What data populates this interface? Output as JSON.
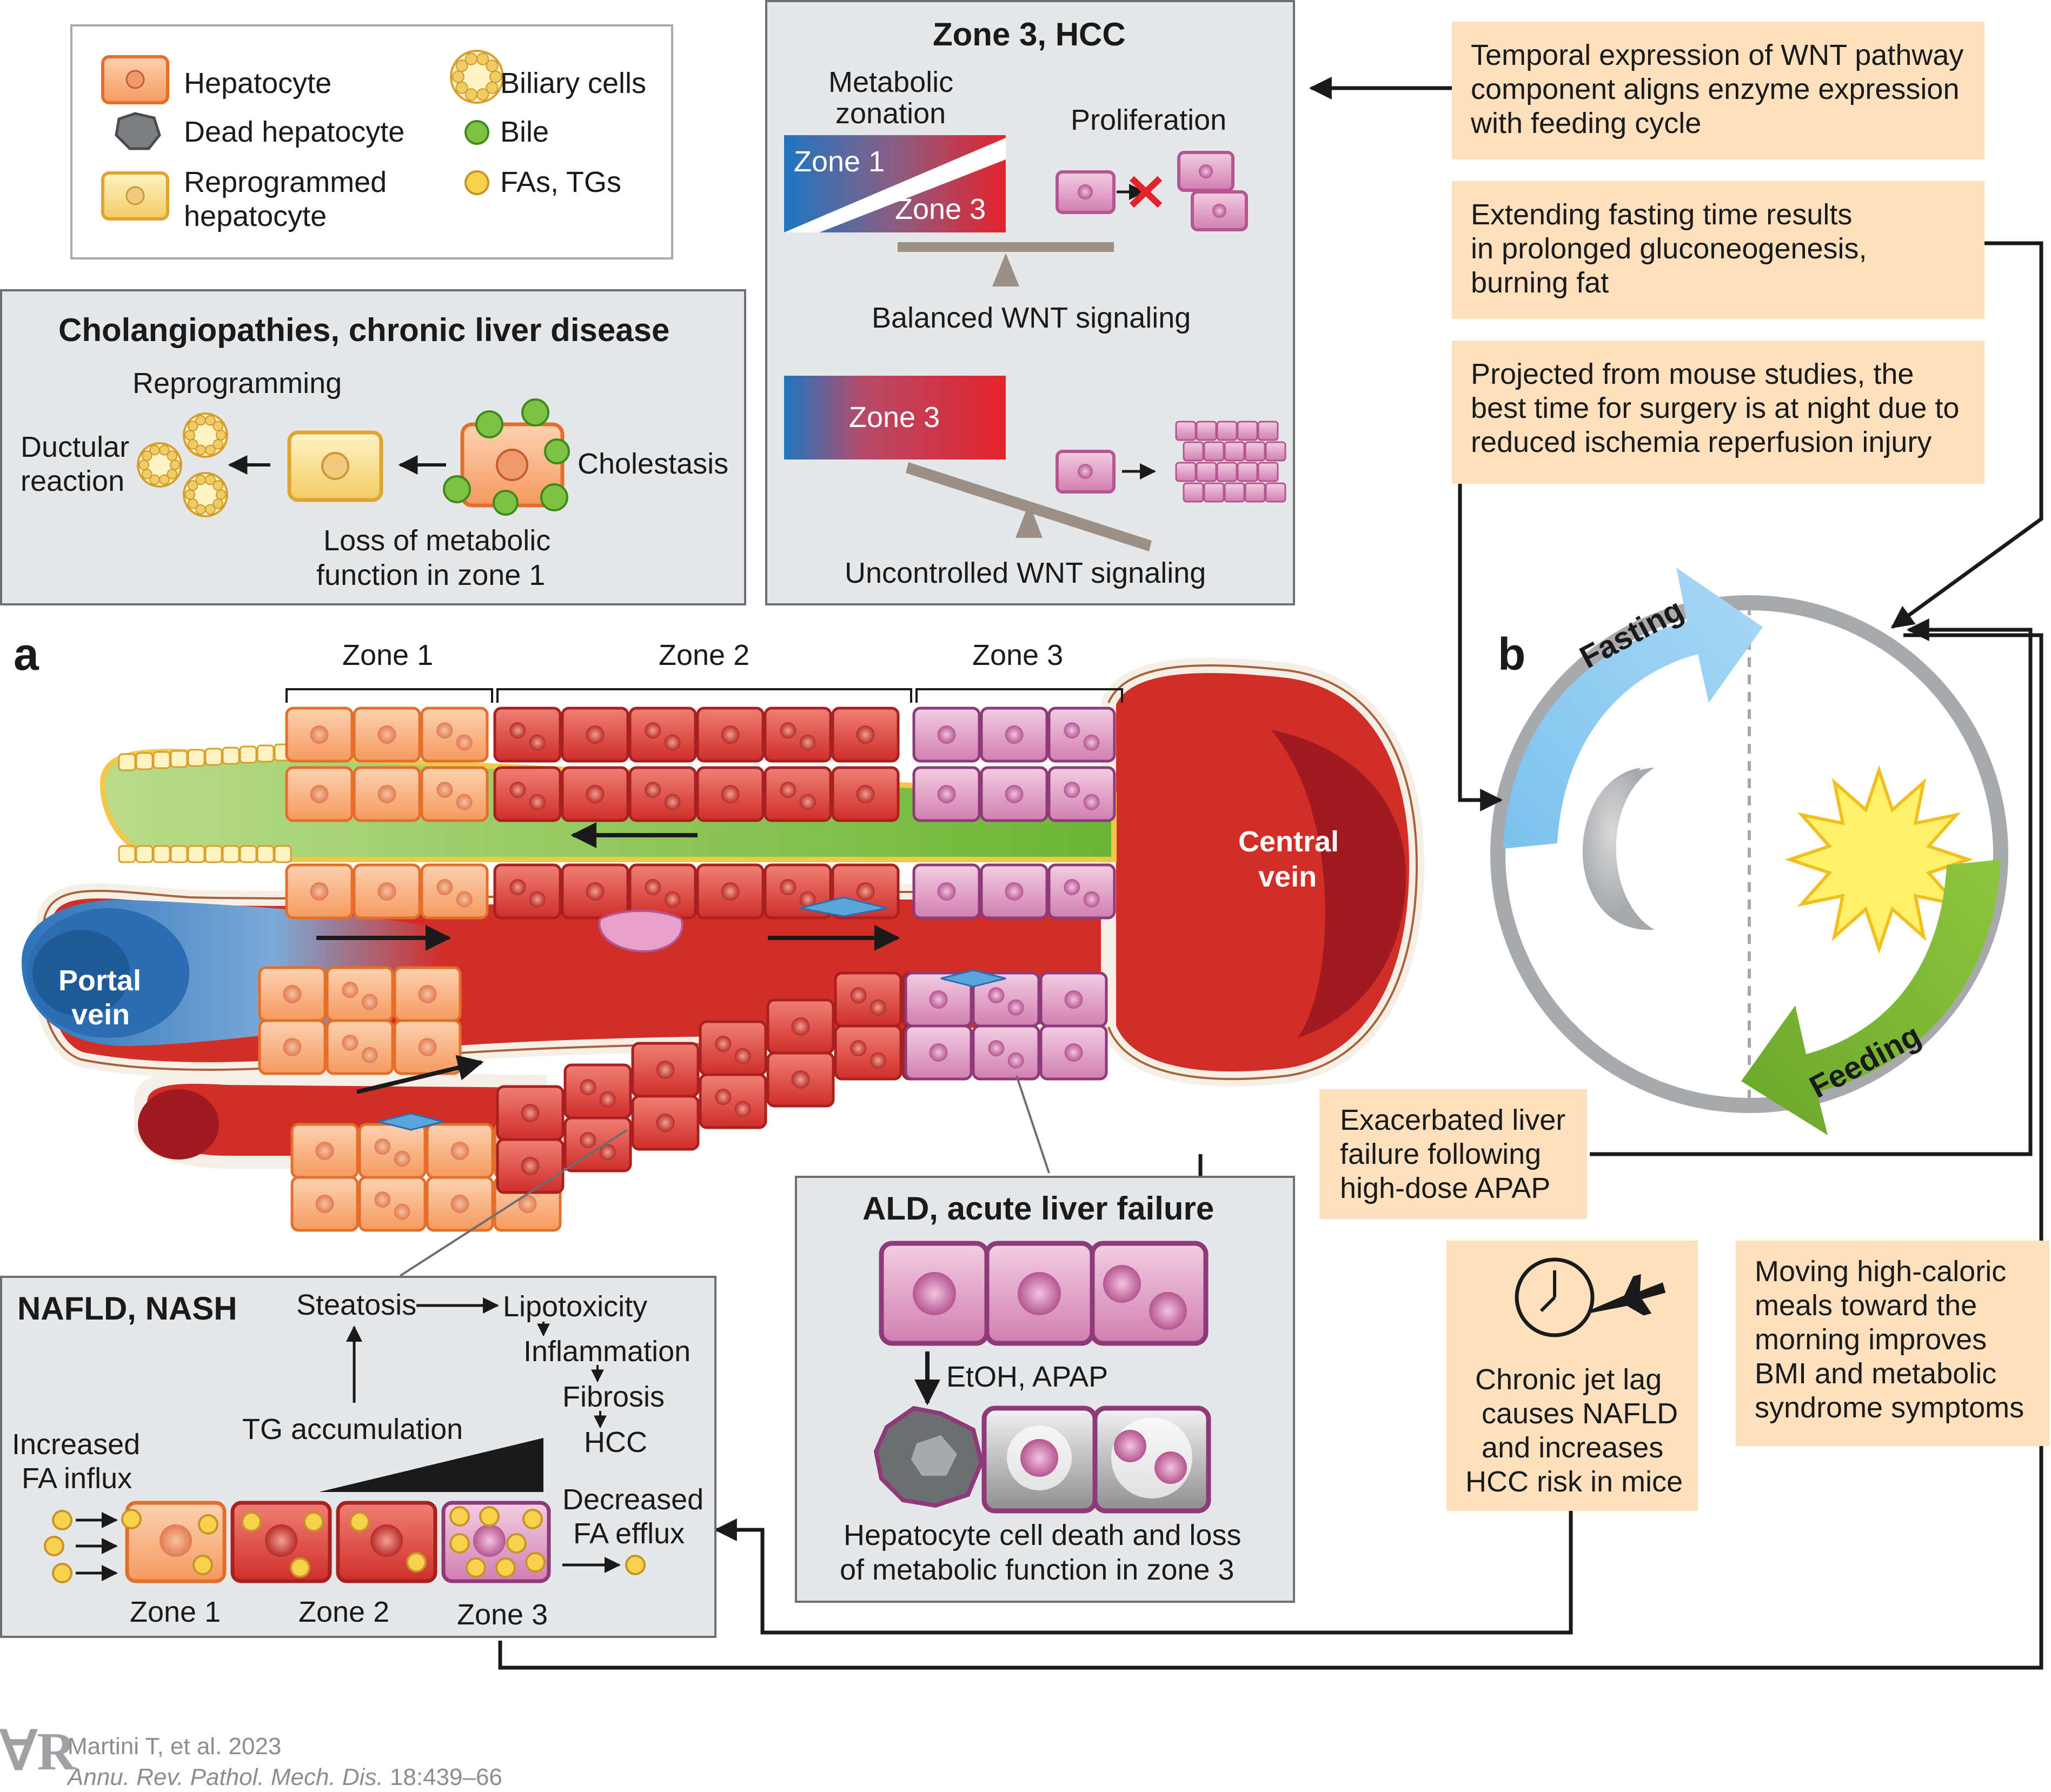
{
  "legend": {
    "hepatocyte": "Hepatocyte",
    "dead_hepatocyte": "Dead hepatocyte",
    "reprogrammed_1": "Reprogrammed",
    "reprogrammed_2": "hepatocyte",
    "biliary": "Biliary cells",
    "bile": "Bile",
    "fas": "FAs, TGs"
  },
  "cholangio": {
    "title": "Cholangiopathies, chronic liver disease",
    "reprogramming": "Reprogramming",
    "ductular_1": "Ductular",
    "ductular_2": "reaction",
    "cholestasis": "Cholestasis",
    "loss_1": "Loss of metabolic",
    "loss_2": "function in zone 1"
  },
  "hcc": {
    "title": "Zone 3, HCC",
    "metabolic_1": "Metabolic",
    "metabolic_2": "zonation",
    "zone1": "Zone 1",
    "zone3": "Zone 3",
    "proliferation": "Proliferation",
    "balanced": "Balanced WNT signaling",
    "zone3b": "Zone 3",
    "uncontrolled": "Uncontrolled WNT signaling"
  },
  "panel_a": {
    "label": "a",
    "zone1": "Zone 1",
    "zone2": "Zone 2",
    "zone3": "Zone 3",
    "central_1": "Central",
    "central_2": "vein",
    "portal_1": "Portal",
    "portal_2": "vein"
  },
  "panel_b": {
    "label": "b",
    "fasting": "Fasting",
    "feeding": "Feeding"
  },
  "notes": {
    "wnt": [
      "Temporal expression of WNT pathway",
      "component aligns enzyme expression",
      "with feeding cycle"
    ],
    "fasting": [
      "Extending fasting time results",
      "in prolonged gluconeogenesis,",
      "burning fat"
    ],
    "surgery": [
      "Projected from mouse studies, the",
      "best time for surgery is at night due to",
      "reduced ischemia reperfusion injury"
    ],
    "apap": [
      "Exacerbated liver",
      "failure following",
      "high-dose APAP"
    ],
    "jetlag": [
      "Chronic jet lag",
      "causes NAFLD",
      "and increases",
      "HCC risk in mice"
    ],
    "meals": [
      "Moving high-caloric",
      "meals toward the",
      "morning improves",
      "BMI and metabolic",
      "syndrome symptoms"
    ]
  },
  "nafld": {
    "title": "NAFLD, NASH",
    "steatosis": "Steatosis",
    "lipotoxicity": "Lipotoxicity",
    "inflammation": "Inflammation",
    "fibrosis": "Fibrosis",
    "hcc": "HCC",
    "tg": "TG accumulation",
    "increased_1": "Increased",
    "increased_2": "FA influx",
    "decreased_1": "Decreased",
    "decreased_2": "FA efflux",
    "zone1": "Zone 1",
    "zone2": "Zone 2",
    "zone3": "Zone 3"
  },
  "ald": {
    "title": "ALD, acute liver failure",
    "etoh": "EtOH, APAP",
    "death_1": "Hepatocyte cell death and loss",
    "death_2": "of metabolic function in zone 3"
  },
  "citation": {
    "line1": "Martini T, et al. 2023",
    "journal": "Annu. Rev. Pathol. Mech. Dis.",
    "pages": " 18:439–66"
  },
  "colors": {
    "orange_cell": "#f7a46b",
    "red_cell": "#d83a34",
    "pink_cell": "#d98ab8",
    "bile_green": "#7dc243",
    "blood_red": "#d22d27",
    "portal_blue": "#3f86c8",
    "note_peach": "#fde0be",
    "panel_gray": "#e6e7e8"
  }
}
